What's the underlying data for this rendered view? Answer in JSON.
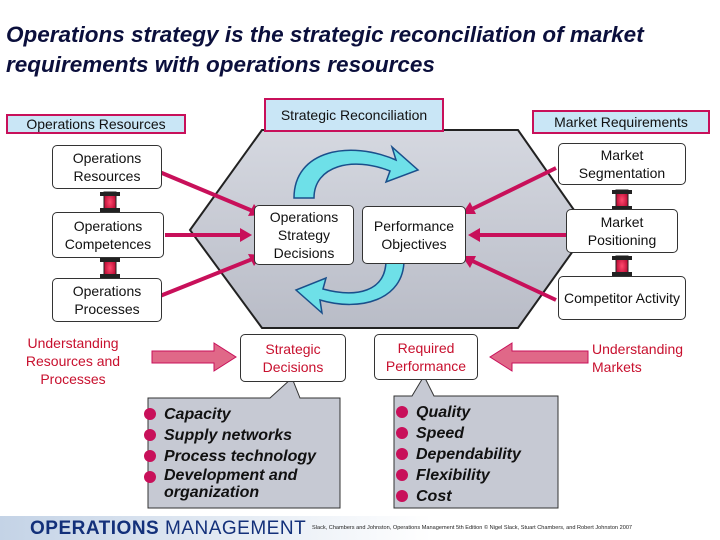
{
  "title": "Operations strategy is the strategic reconciliation of market requirements with operations resources",
  "headers": {
    "ops_resources": "Operations Resources",
    "strategic_reconciliation": "Strategic Reconciliation",
    "market_requirements": "Market Requirements"
  },
  "left_boxes": [
    "Operations Resources",
    "Operations Competences",
    "Operations Processes"
  ],
  "right_boxes": [
    "Market Segmentation",
    "Market Positioning",
    "Competitor Activity"
  ],
  "center": {
    "ops_strategy_decisions": "Operations Strategy Decisions",
    "performance_objectives": "Performance Objectives"
  },
  "bottom_labels": {
    "understanding_resources": "Understanding Resources and Processes",
    "strategic_decisions": "Strategic Decisions",
    "required_performance": "Required Performance",
    "understanding_markets": "Understanding Markets"
  },
  "decision_areas": [
    "Capacity",
    "Supply networks",
    "Process technology",
    "Development and organization"
  ],
  "performance_list": [
    "Quality",
    "Speed",
    "Dependability",
    "Flexibility",
    "Cost"
  ],
  "footer": {
    "logo_bold": "OPERATIONS",
    "logo_light": "MANAGEMENT",
    "credit": "Slack, Chambers and Johnston, Operations Management 5th Edition © Nigel Slack, Stuart Chambers, and Robert Johnston 2007"
  },
  "colors": {
    "arrow_red": "#c8105a",
    "header_fill": "#c9e6f6",
    "cycle_arrow": "#6ee0e8",
    "hexagon": "#c9ccd6",
    "callout": "#c9ccd6"
  }
}
